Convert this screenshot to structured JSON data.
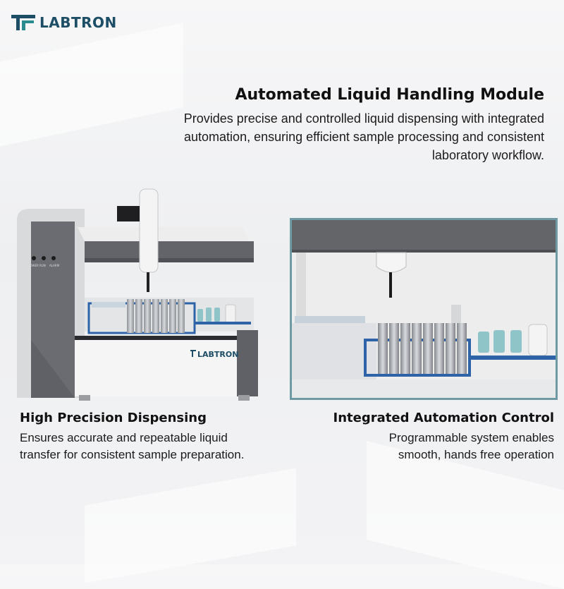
{
  "brand": {
    "name_part1": "LAB",
    "name_part2": "TRON",
    "device_logo": "LABTRON",
    "logo_icon": "labtron-mark-icon"
  },
  "colors": {
    "brand_dark": "#1d4e66",
    "brand_teal": "#2a8c8e",
    "inset_border": "#6e9aa3",
    "rack_blue": "#2f63a8"
  },
  "headline": {
    "title": "Automated Liquid Handling Module",
    "line1": "Provides precise and controlled liquid dispensing with integrated",
    "line2": "automation, ensuring efficient sample processing and consistent",
    "line3": "laboratory workflow."
  },
  "features": {
    "left": {
      "title": "High Precision Dispensing",
      "line1": "Ensures accurate and repeatable liquid",
      "line2": "transfer for consistent sample preparation."
    },
    "right": {
      "title": "Integrated Automation Control",
      "line1": "Programmable system enables",
      "line2": "smooth, hands free operation"
    }
  },
  "device": {
    "panel_labels": [
      "POWER",
      "RUN",
      "ALARM"
    ]
  }
}
